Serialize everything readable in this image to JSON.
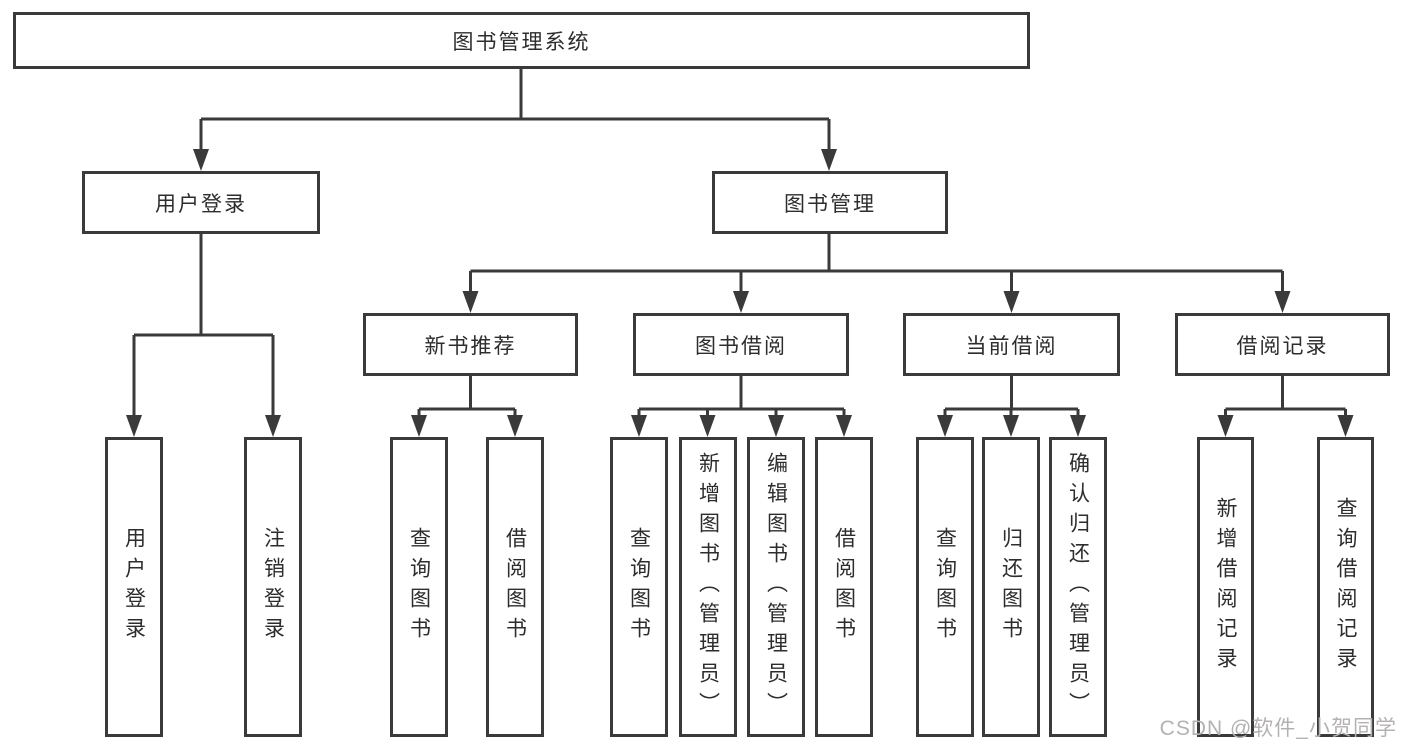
{
  "colors": {
    "background": "#ffffff",
    "line": "#3a3a3a",
    "box_border": "#3a3a3a",
    "box_fill": "#ffffff",
    "text": "#2d2d2d",
    "watermark": "#b4b1b1"
  },
  "watermark": {
    "text": "CSDN @软件_小贺同学"
  },
  "tree": {
    "label": "图书管理系统",
    "children": [
      {
        "label": "用户登录",
        "children": [
          {
            "label": "用户登录"
          },
          {
            "label": "注销登录"
          }
        ]
      },
      {
        "label": "图书管理",
        "children": [
          {
            "label": "新书推荐",
            "children": [
              {
                "label": "查询图书"
              },
              {
                "label": "借阅图书"
              }
            ]
          },
          {
            "label": "图书借阅",
            "children": [
              {
                "label": "查询图书"
              },
              {
                "label": "新增图书（管理员）"
              },
              {
                "label": "编辑图书（管理员）"
              },
              {
                "label": "借阅图书"
              }
            ]
          },
          {
            "label": "当前借阅",
            "children": [
              {
                "label": "查询图书"
              },
              {
                "label": "归还图书"
              },
              {
                "label": "确认归还（管理员）"
              }
            ]
          },
          {
            "label": "借阅记录",
            "children": [
              {
                "label": "新增借阅记录"
              },
              {
                "label": "查询借阅记录"
              }
            ]
          }
        ]
      }
    ]
  }
}
